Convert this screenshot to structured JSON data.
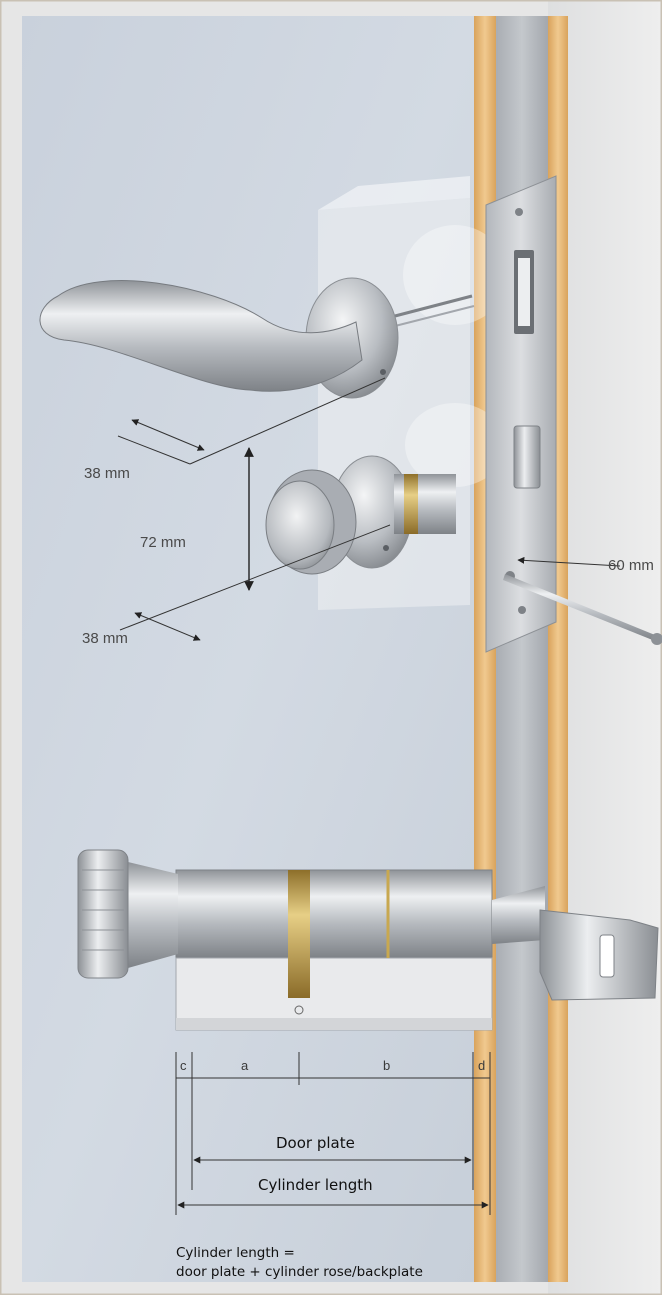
{
  "colors": {
    "door_face": "#cdd5df",
    "door_edge_wood": "#e2b578",
    "lock_case": "#b9bdc2",
    "metal": "#c9ccd0",
    "brass": "#c8a850",
    "background": "#e6e6e6"
  },
  "dimensions": {
    "handle_offset_top": "38 mm",
    "handle_to_cylinder": "72 mm",
    "handle_offset_bottom": "38 mm",
    "backset": "60 mm"
  },
  "cylinder_segments": {
    "c": "c",
    "a": "a",
    "b": "b",
    "d": "d"
  },
  "labels": {
    "door_plate": "Door plate",
    "cylinder_length": "Cylinder length",
    "formula_line1": "Cylinder length =",
    "formula_line2": "door plate + cylinder rose/backplate"
  }
}
